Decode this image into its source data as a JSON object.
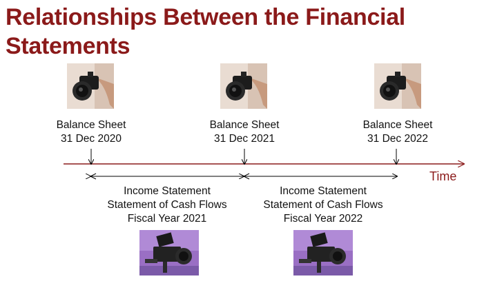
{
  "title": "Relationships Between the Financial Statements",
  "timeline": {
    "axis_label": "Time",
    "axis_color": "#8b1a1a",
    "balance_sheets": [
      {
        "line1": "Balance Sheet",
        "line2": "31 Dec 2020"
      },
      {
        "line1": "Balance Sheet",
        "line2": "31 Dec 2021"
      },
      {
        "line1": "Balance Sheet",
        "line2": "31 Dec 2022"
      }
    ],
    "periods": [
      {
        "line1": "Income Statement",
        "line2": "Statement of Cash Flows",
        "line3": "Fiscal Year 2021"
      },
      {
        "line1": "Income Statement",
        "line2": "Statement of Cash Flows",
        "line3": "Fiscal Year 2022"
      }
    ]
  },
  "images": {
    "snapshot_icon": "camera-photo",
    "video_icon": "video-camera-photo"
  }
}
